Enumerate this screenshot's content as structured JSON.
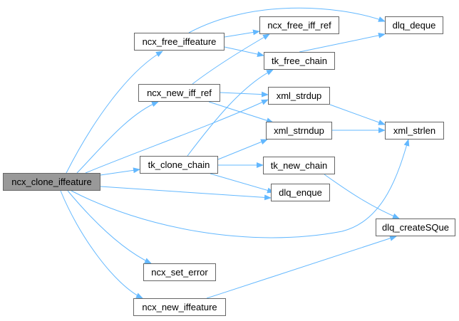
{
  "graph": {
    "edge_color": "#63b8ff",
    "root_fill": "#999999",
    "nodes": {
      "ncx_clone_iffeature": "ncx_clone_iffeature",
      "ncx_free_iffeature": "ncx_free_iffeature",
      "ncx_new_iff_ref": "ncx_new_iff_ref",
      "tk_clone_chain": "tk_clone_chain",
      "ncx_set_error": "ncx_set_error",
      "ncx_new_iffeature": "ncx_new_iffeature",
      "ncx_free_iff_ref": "ncx_free_iff_ref",
      "dlq_deque": "dlq_deque",
      "tk_free_chain": "tk_free_chain",
      "xml_strdup": "xml_strdup",
      "xml_strndup": "xml_strndup",
      "xml_strlen": "xml_strlen",
      "tk_new_chain": "tk_new_chain",
      "dlq_enque": "dlq_enque",
      "dlq_createSQue": "dlq_createSQue"
    }
  }
}
